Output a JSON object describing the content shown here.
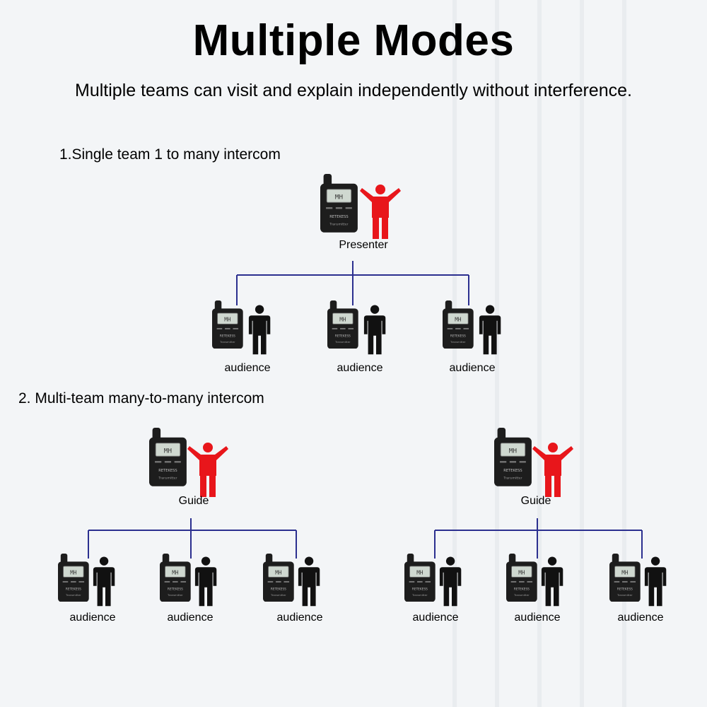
{
  "title": "Multiple Modes",
  "subtitle": "Multiple teams can visit and explain independently without interference.",
  "colors": {
    "presenter": "#e8161b",
    "audience": "#111111",
    "wire": "#2b2f8f",
    "device": "#1d1d1d"
  },
  "device_text": {
    "screen": "MH",
    "brand": "RETEKESS",
    "model": "Transmitter"
  },
  "section1": {
    "title": "1.Single team 1 to many intercom",
    "leader_label": "Presenter",
    "audience_labels": [
      "audience",
      "audience",
      "audience"
    ]
  },
  "section2": {
    "title": "2. Multi-team many-to-many intercom",
    "teams": [
      {
        "leader_label": "Guide",
        "audience_labels": [
          "audience",
          "audience",
          "audience"
        ]
      },
      {
        "leader_label": "Guide",
        "audience_labels": [
          "audience",
          "audience",
          "audience"
        ]
      }
    ]
  }
}
